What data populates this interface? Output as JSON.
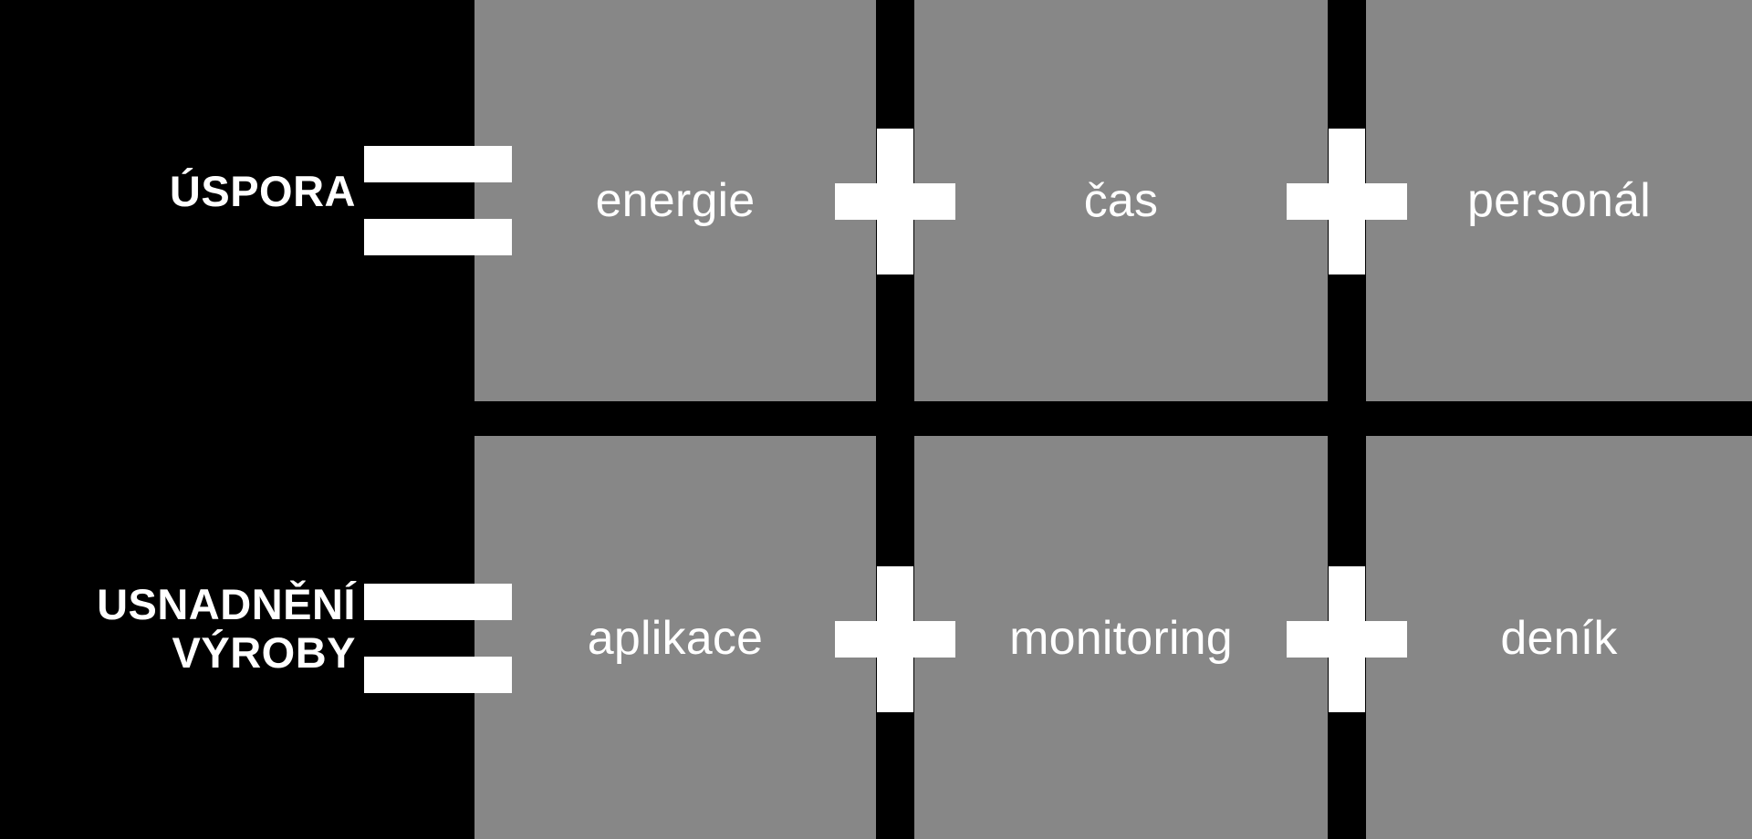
{
  "theme": {
    "background_color": "#000000",
    "panel_color": "#878787",
    "text_color": "#ffffff"
  },
  "rows": [
    {
      "label_lines": [
        "ÚSPORA"
      ],
      "operator_equals": "equals-sign",
      "cells": [
        {
          "label": "energie"
        },
        {
          "label": "čas"
        },
        {
          "label": "personál"
        }
      ],
      "operators": [
        "plus-sign",
        "plus-sign"
      ]
    },
    {
      "label_lines": [
        "USNADNĚNÍ",
        "VÝROBY"
      ],
      "operator_equals": "equals-sign",
      "cells": [
        {
          "label": "aplikace"
        },
        {
          "label": "monitoring"
        },
        {
          "label": "deník"
        }
      ],
      "operators": [
        "plus-sign",
        "plus-sign"
      ]
    }
  ]
}
